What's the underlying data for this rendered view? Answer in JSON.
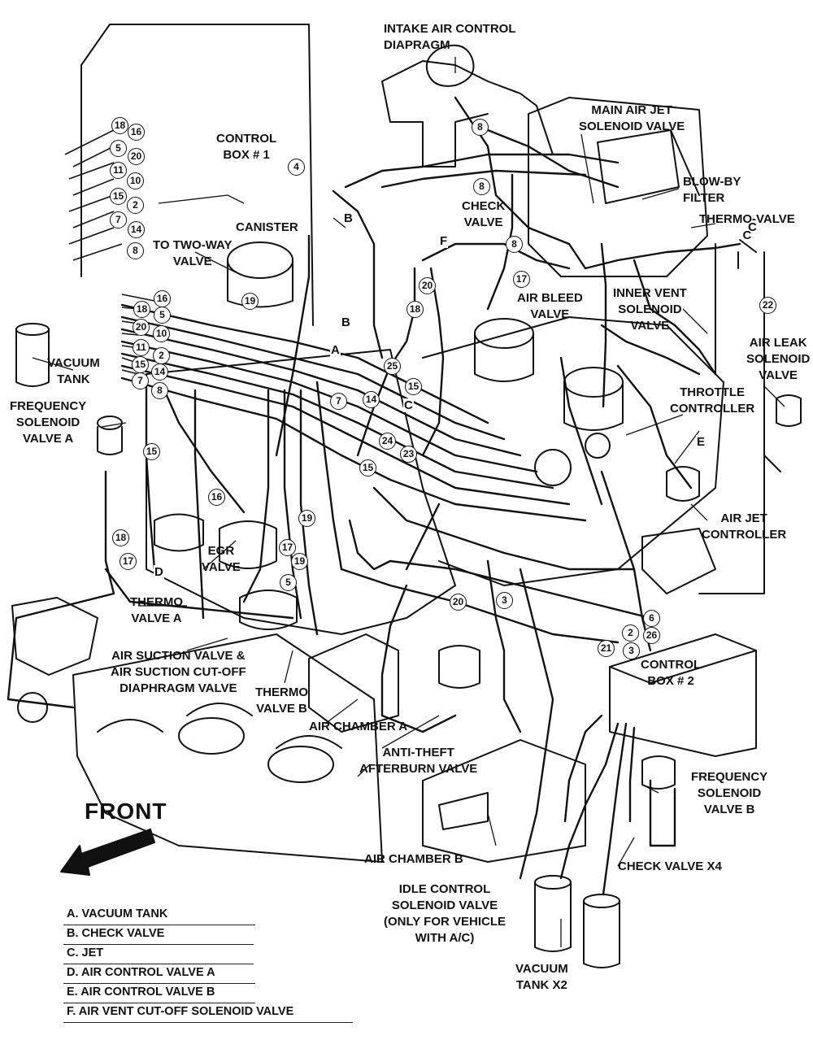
{
  "labels": {
    "intake_air_control_diaphragm": "INTAKE AIR CONTROL\nDIAPRAGM",
    "main_air_jet_solenoid_valve": "MAIN AIR JET\nSOLENOID VALVE",
    "control_box_1": "CONTROL\nBOX # 1",
    "blow_by_filter": "BLOW-BY\nFILTER",
    "thermo_valve_c": "THERMO-VALVE\nC",
    "check_valve": "CHECK\nVALVE",
    "canister": "CANISTER",
    "to_two_way_valve": "TO TWO-WAY\nVALVE",
    "air_bleed_valve": "AIR BLEED\nVALVE",
    "inner_vent_solenoid_valve": "INNER VENT\nSOLENOID\nVALVE",
    "air_leak_solenoid_valve": "AIR LEAK\nSOLENOID\nVALVE",
    "vacuum_tank": "VACUUM\nTANK",
    "frequency_solenoid_valve_a": "FREQUENCY\nSOLENOID\nVALVE A",
    "throttle_controller": "THROTTLE\nCONTROLLER",
    "air_jet_controller": "AIR JET\nCONTROLLER",
    "egr_valve": "EGR\nVALVE",
    "thermo_valve_a": "THERMO\nVALVE A",
    "air_suction_valve": "AIR SUCTION VALVE &\nAIR SUCTION CUT-OFF\nDIAPHRAGM VALVE",
    "thermo_valve_b": "THERMO\nVALVE B",
    "control_box_2": "CONTROL\nBOX # 2",
    "air_chamber_a": "AIR CHAMBER A",
    "anti_theft_afterburn_valve": "ANTI-THEFT\nAFTERBURN VALVE",
    "frequency_solenoid_valve_b": "FREQUENCY\nSOLENOID\nVALVE B",
    "front": "FRONT",
    "air_chamber_b": "AIR CHAMBER B",
    "check_valve_x4": "CHECK VALVE X4",
    "idle_control_solenoid_valve": "IDLE CONTROL\nSOLENOID VALVE\n(ONLY FOR VEHICLE\nWITH A/C)",
    "vacuum_tank_x2": "VACUUM\nTANK X2"
  },
  "letter_marks": [
    "A",
    "B",
    "B",
    "C",
    "C",
    "D",
    "E",
    "F"
  ],
  "hose_numbers": [
    "18",
    "16",
    "5",
    "20",
    "11",
    "10",
    "15",
    "2",
    "7",
    "14",
    "8",
    "4",
    "8",
    "8",
    "8",
    "20",
    "18",
    "17",
    "22",
    "19",
    "25",
    "16",
    "18",
    "5",
    "20",
    "10",
    "11",
    "2",
    "15",
    "14",
    "7",
    "8",
    "7",
    "14",
    "15",
    "24",
    "23",
    "15",
    "15",
    "16",
    "17",
    "18",
    "19",
    "17",
    "19",
    "5",
    "20",
    "3",
    "6",
    "2",
    "26",
    "21",
    "3"
  ],
  "legend": [
    "A. VACUUM TANK",
    "B. CHECK VALVE",
    "C. JET",
    "D. AIR CONTROL VALVE A",
    "E. AIR CONTROL VALVE B",
    "F. AIR VENT CUT-OFF SOLENOID VALVE"
  ]
}
